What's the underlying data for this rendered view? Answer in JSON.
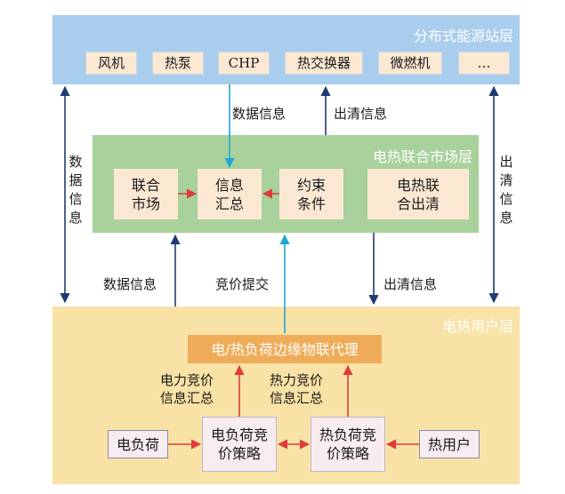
{
  "layers": {
    "station": {
      "title": "分布式能源站层",
      "devices": [
        "风机",
        "热泵",
        "CHP",
        "热交换器",
        "微燃机",
        "…"
      ],
      "color": "#a9cdec"
    },
    "market": {
      "title": "电热联合市场层",
      "boxes": {
        "joint_market": "联合\n市场",
        "info_summary": "信息\n汇总",
        "constraints": "约束\n条件",
        "clearing": "电热联\n合出清"
      },
      "color": "#a9d19b"
    },
    "user": {
      "title": "电热用户层",
      "proxy": "电/热负荷边缘物联代理",
      "elec_load": "电负荷",
      "elec_strategy": "电负荷竞\n价策略",
      "heat_strategy": "热负荷竞\n价策略",
      "heat_user": "热用户",
      "color": "#f9e2a6",
      "proxy_color": "#efac58"
    }
  },
  "labels": {
    "data_info_top": "数据信息",
    "clearing_info_top": "出清信息",
    "data_info_left": "数据信息",
    "clearing_info_right": "出清信息",
    "data_info_mid": "数据信息",
    "bid_submit": "竞价提交",
    "clearing_info_mid": "出清信息",
    "elec_bid_summary": "电力竞价\n信息汇总",
    "heat_bid_summary": "热力竞价\n信息汇总"
  },
  "colors": {
    "arrow_dark": "#1f3b73",
    "arrow_cyan": "#1fa6d6",
    "arrow_red": "#e03b3b"
  }
}
